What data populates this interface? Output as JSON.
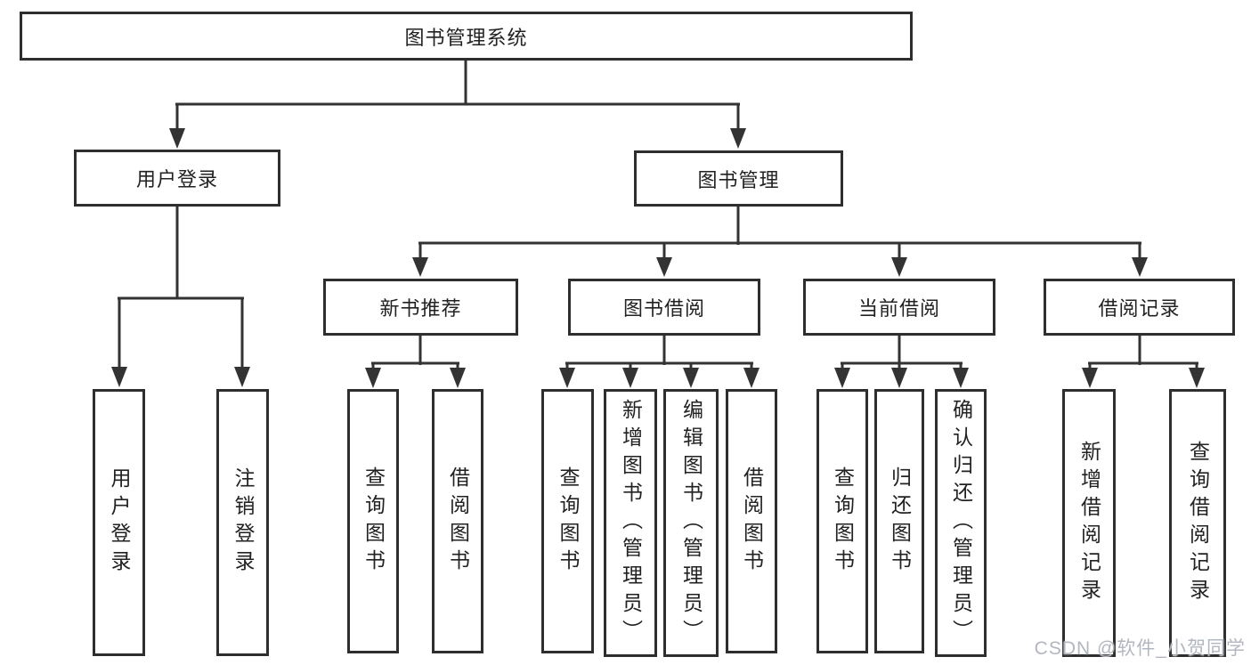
{
  "diagram": {
    "root": {
      "label": "图书管理系统"
    },
    "branches": [
      {
        "label": "用户登录",
        "children": [
          {
            "label": "用户登录"
          },
          {
            "label": "注销登录"
          }
        ]
      },
      {
        "label": "图书管理",
        "children": [
          {
            "label": "新书推荐",
            "children": [
              {
                "label": "查询图书"
              },
              {
                "label": "借阅图书"
              }
            ]
          },
          {
            "label": "图书借阅",
            "children": [
              {
                "label": "查询图书"
              },
              {
                "label": "新增图书（管理员）"
              },
              {
                "label": "编辑图书（管理员）"
              },
              {
                "label": "借阅图书"
              }
            ]
          },
          {
            "label": "当前借阅",
            "children": [
              {
                "label": "查询图书"
              },
              {
                "label": "归还图书"
              },
              {
                "label": "确认归还（管理员）"
              }
            ]
          },
          {
            "label": "借阅记录",
            "children": [
              {
                "label": "新增借阅记录"
              },
              {
                "label": "查询借阅记录"
              }
            ]
          }
        ]
      }
    ]
  },
  "watermark": {
    "text": "CSDN @软件_小贺同学"
  },
  "colors": {
    "line": "#333333",
    "border": "#2e2e2e",
    "text": "#222222",
    "watermark": "#b2b7bf",
    "background": "#ffffff"
  }
}
